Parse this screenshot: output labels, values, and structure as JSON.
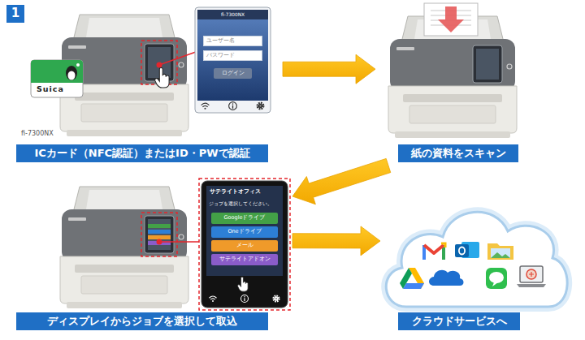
{
  "diagram": {
    "nodes": [
      {
        "text": [
          "ICカード（NFC認証）またはID・PWで認証"
        ]
      },
      {
        "text": [
          "fi-7300NX"
        ],
        "in": 0
      },
      {
        "text": [
          "ユーザー名"
        ],
        "in": 1
      },
      {
        "text": [
          "パスワード"
        ],
        "in": 1
      },
      {
        "text": [
          "ログイン"
        ],
        "in": 1
      },
      {
        "text": [
          "紙の資料をスキャン"
        ]
      },
      {
        "text": [
          "ディスプレイからジョブを選択して取込"
        ]
      },
      {
        "text": [
          "サテライトオフィス",
          "ジョブを選択してください。"
        ],
        "in": 6
      },
      {
        "text": [
          "Googleドライブ"
        ],
        "in": 7
      },
      {
        "text": [
          "Oneドライブ"
        ],
        "in": 7
      },
      {
        "text": [
          "メール"
        ],
        "in": 7
      },
      {
        "text": [
          "サテライトアドオン"
        ],
        "in": 7
      },
      {
        "text": [
          "クラウドサービスへ"
        ]
      }
    ],
    "edges": [
      {
        "from": 0,
        "to": 5,
        "arrow": "to"
      },
      {
        "from": 5,
        "to": 6,
        "arrow": "to"
      },
      {
        "from": 6,
        "to": 12,
        "arrow": "to"
      }
    ],
    "labels": [
      "1",
      "fi-7300NX",
      "Suica"
    ]
  }
}
